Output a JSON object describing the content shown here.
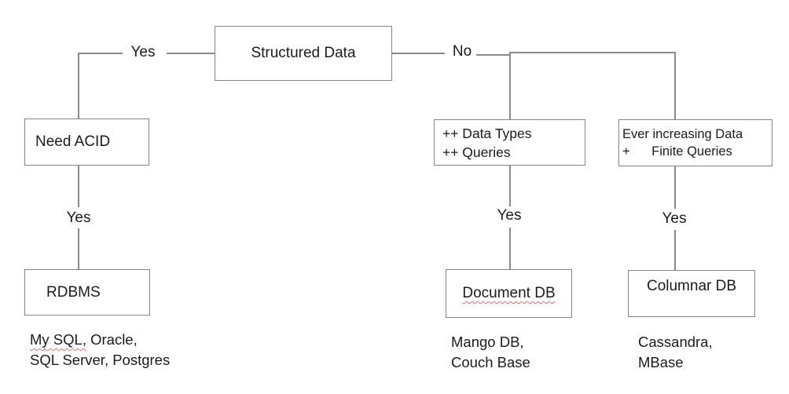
{
  "diagram": {
    "type": "decision-tree",
    "root_label": "Structured Data",
    "branch_labels": {
      "yes_top": "Yes",
      "no_top": "No",
      "yes_acid": "Yes",
      "yes_doc": "Yes",
      "yes_col": "Yes"
    },
    "nodes": {
      "need_acid": "Need ACID",
      "rdbms": "RDBMS",
      "data_types_line1": "++ Data Types",
      "data_types_line2": "++ Queries",
      "ever_line1": "Ever increasing Data",
      "ever_line2": "+      Finite Queries",
      "document_db": "Document DB",
      "columnar_db": "Columnar DB"
    },
    "examples": {
      "rdbms_misspelled": "My SQL,",
      "rdbms_line1_rest": " Oracle,",
      "rdbms_line2": "SQL Server, Postgres",
      "doc_line1": "Mango DB,",
      "doc_line2": "Couch Base",
      "col_line1": "Cassandra,",
      "col_line2": "MBase"
    },
    "colors": {
      "connector": "#8a8a8a",
      "box_border": "#848484",
      "text": "#1b1b1b",
      "misspell_underline": "#dd7373",
      "background": "#ffffff"
    }
  }
}
